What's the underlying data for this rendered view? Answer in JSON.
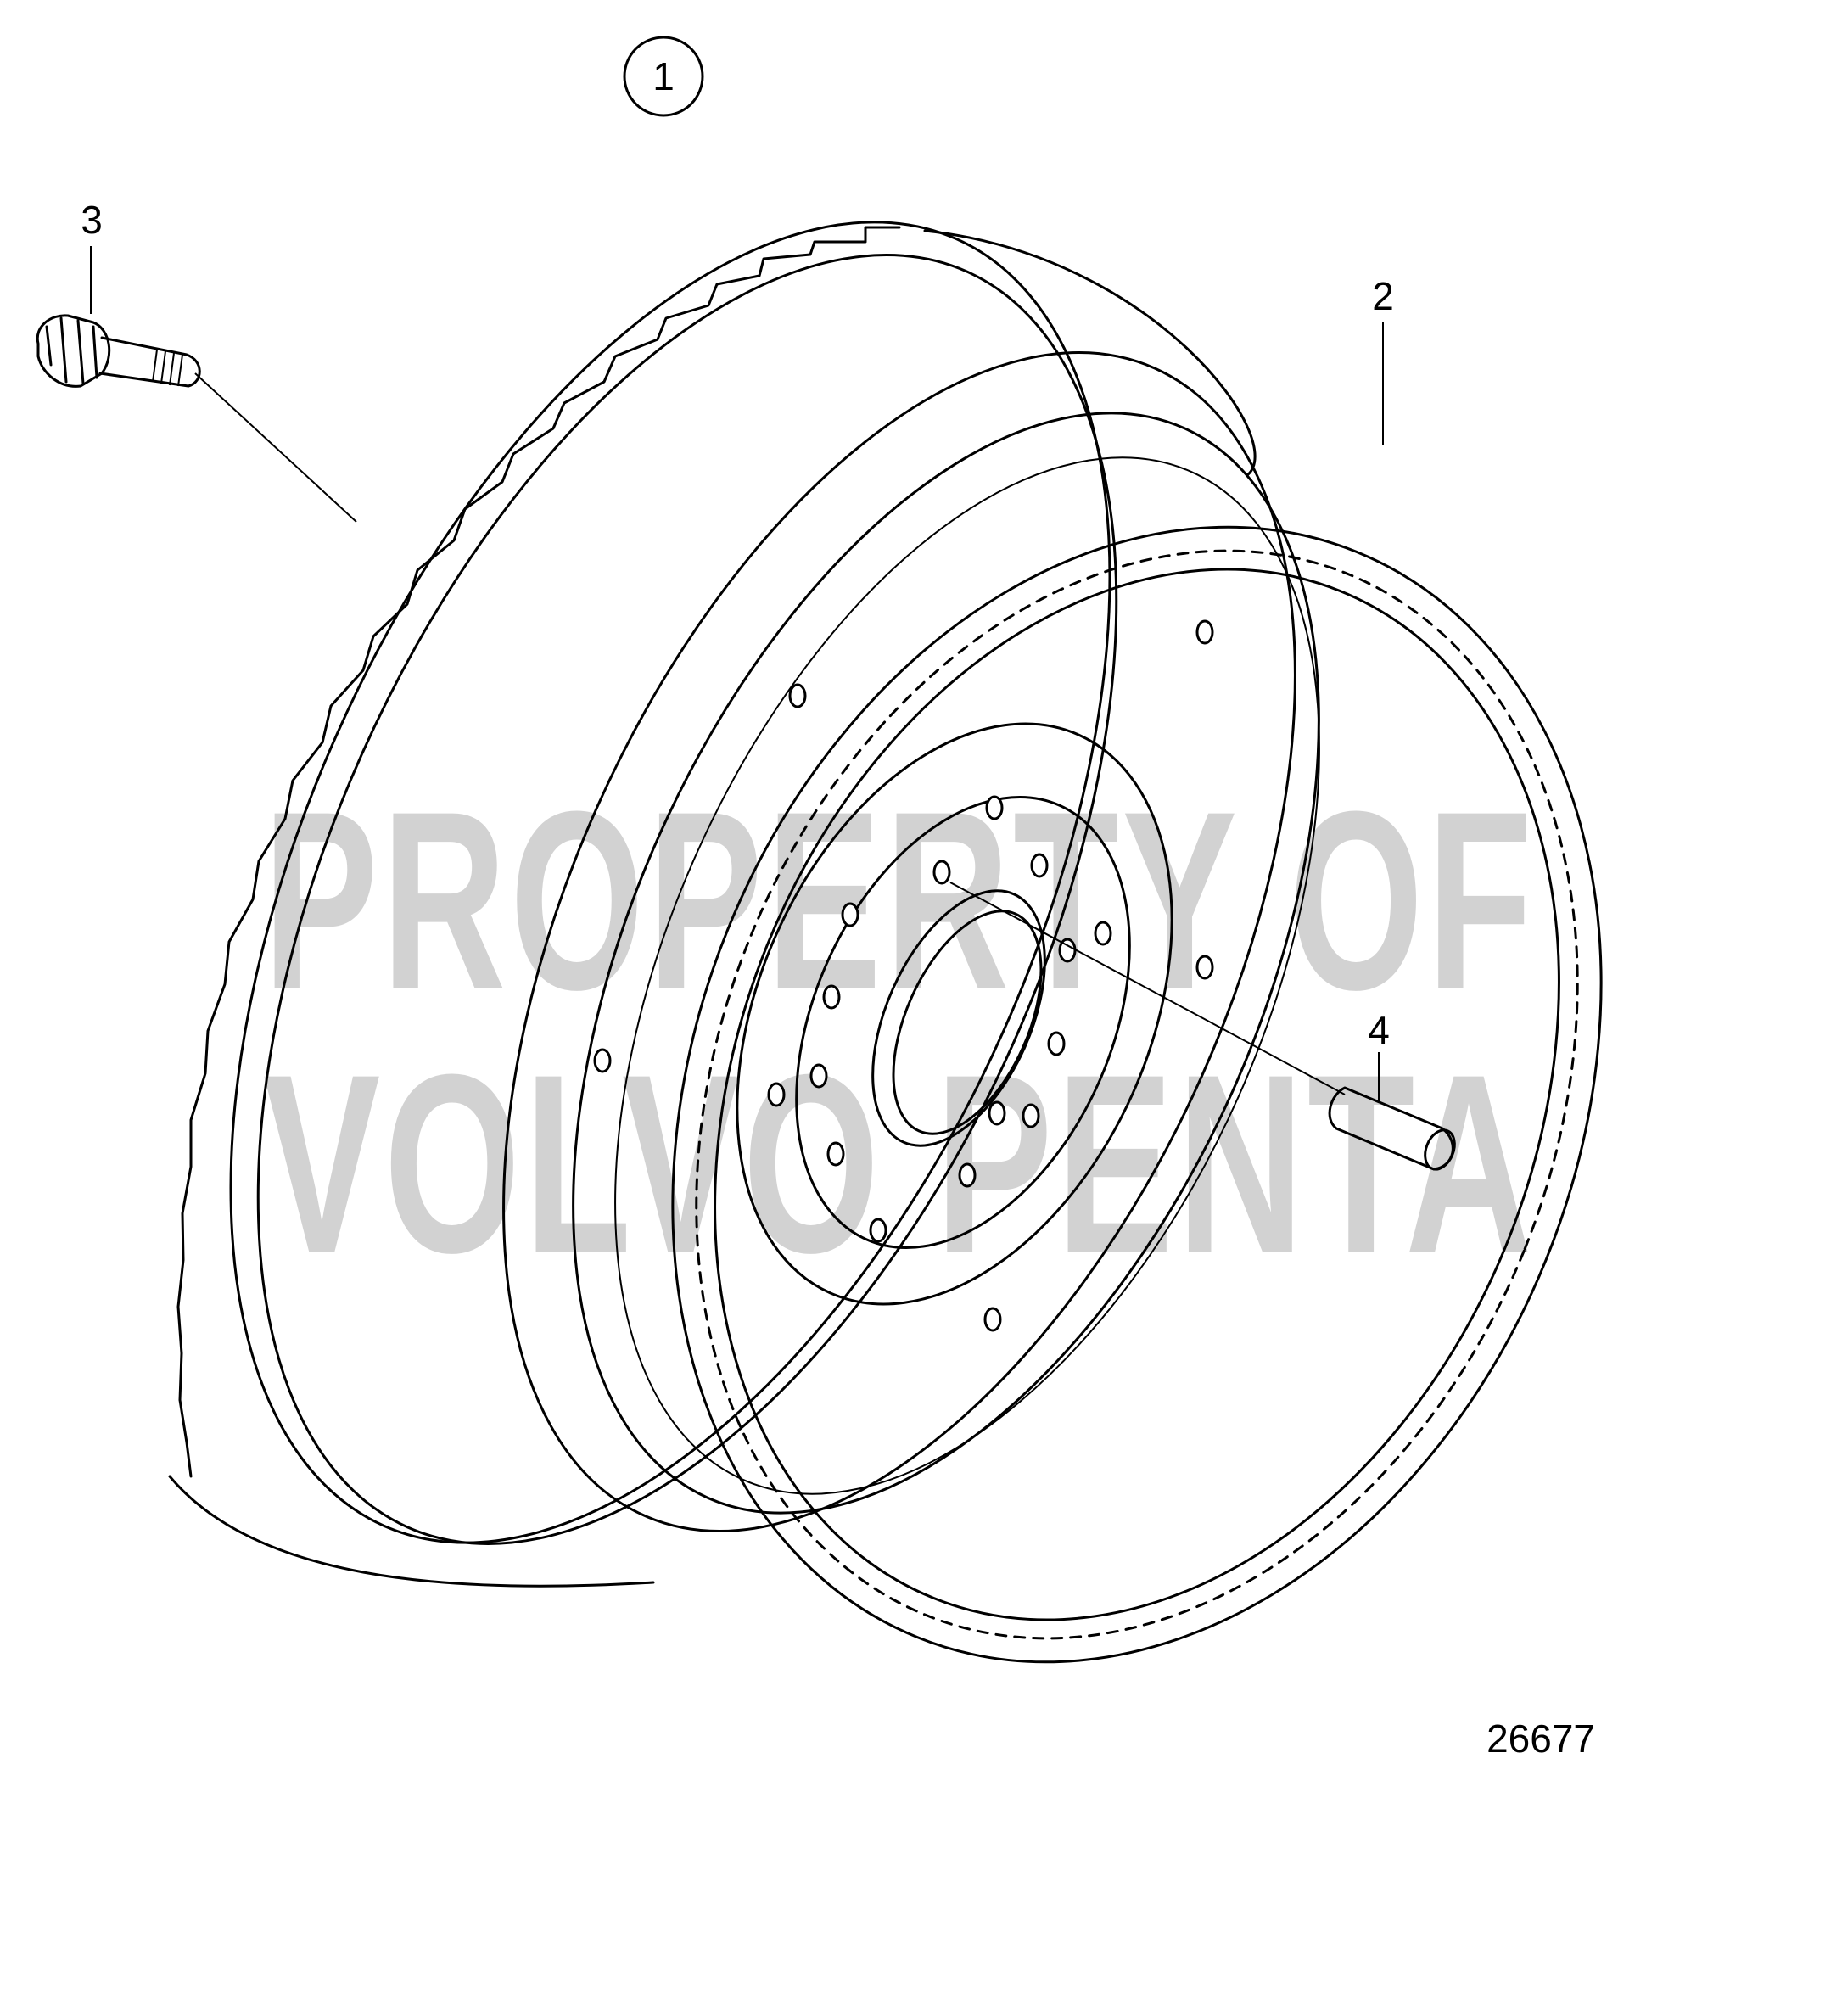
{
  "drawing": {
    "assembly_callout": "1",
    "callouts": [
      {
        "id": "ring-gear",
        "label": "2"
      },
      {
        "id": "bolt",
        "label": "3"
      },
      {
        "id": "pin",
        "label": "4"
      }
    ],
    "drawing_number": "26677",
    "watermark": {
      "line1": "PROPERTY OF",
      "line2": "VOLVO PENTA",
      "color": "#c4c4c4"
    },
    "line_color": "#000000",
    "background": "#ffffff"
  }
}
